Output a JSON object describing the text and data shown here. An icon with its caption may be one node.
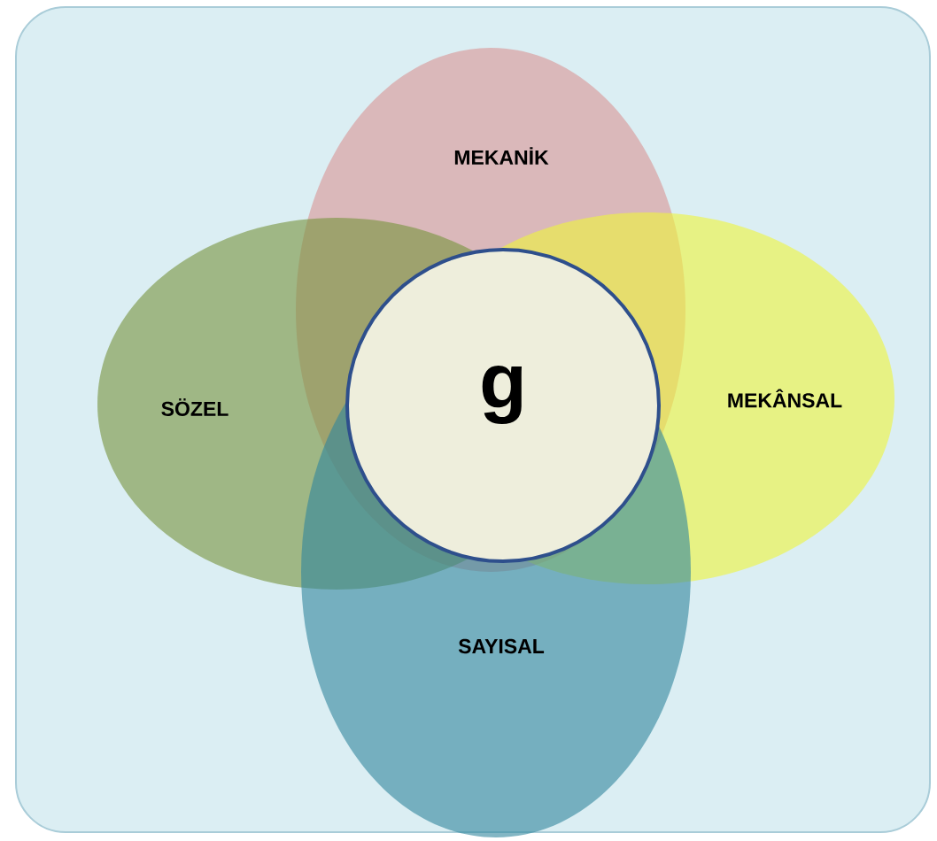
{
  "diagram": {
    "nodes": [
      {
        "text": [],
        "shape": "box"
      },
      {
        "text": [
          "MEKANİK"
        ],
        "in": 0
      },
      {
        "text": [
          "SÖZEL"
        ],
        "in": 0
      },
      {
        "text": [
          "MEKÂNSAL"
        ],
        "in": 0
      },
      {
        "text": [
          "SAYISAL"
        ],
        "in": 0
      },
      {
        "text": [
          "g"
        ],
        "in": 1
      }
    ]
  }
}
